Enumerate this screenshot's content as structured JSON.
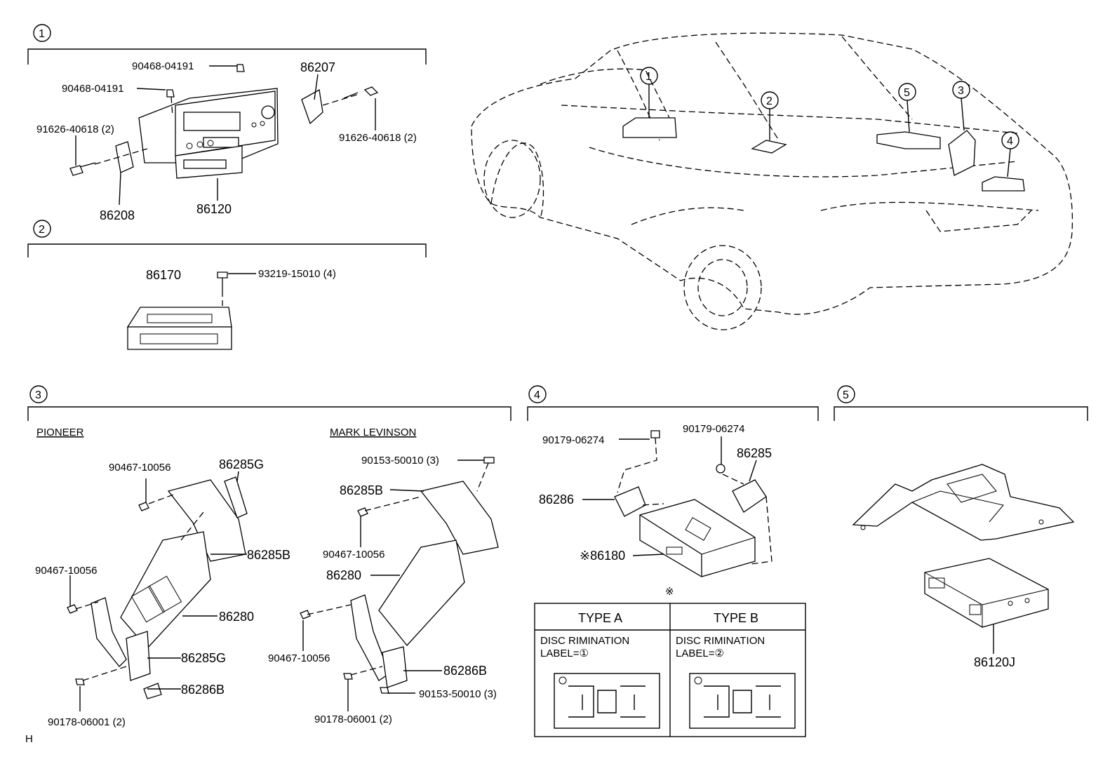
{
  "section_markers": [
    "1",
    "2",
    "3",
    "4",
    "5"
  ],
  "subheads": {
    "pioneer": "PIONEER",
    "mark_levinson": "MARK LEVINSON"
  },
  "s1": {
    "p1": "90468-04191",
    "p2": "90468-04191",
    "p3": "86207",
    "p4": "91626-40618 (2)",
    "p5": "91626-40618 (2)",
    "p6": "86208",
    "p7": "86120"
  },
  "s2": {
    "p1": "86170",
    "p2": "93219-15010 (4)"
  },
  "s3": {
    "pioneer": {
      "p1": "90467-10056",
      "p2": "86285G",
      "p3": "86285B",
      "p4": "90467-10056",
      "p5": "86280",
      "p6": "86285G",
      "p7": "86286B",
      "p8": "90178-06001 (2)"
    },
    "ml": {
      "p1": "90153-50010 (3)",
      "p2": "86285B",
      "p3": "90467-10056",
      "p4": "86280",
      "p5": "90467-10056",
      "p6": "86286B",
      "p7": "90153-50010 (3)",
      "p8": "90178-06001 (2)"
    }
  },
  "s4": {
    "p1": "90179-06274",
    "p2": "90179-06274",
    "p3": "86285",
    "p4": "86286",
    "p5": "※86180",
    "note_mark": "※",
    "table": {
      "type_a": "TYPE A",
      "type_b": "TYPE B",
      "a_line1": "DISC RIMINATION",
      "a_line2": "LABEL=①",
      "b_line1": "DISC RIMINATION",
      "b_line2": "LABEL=②"
    }
  },
  "s5": {
    "p1": "86120J"
  },
  "corner_code": "H"
}
